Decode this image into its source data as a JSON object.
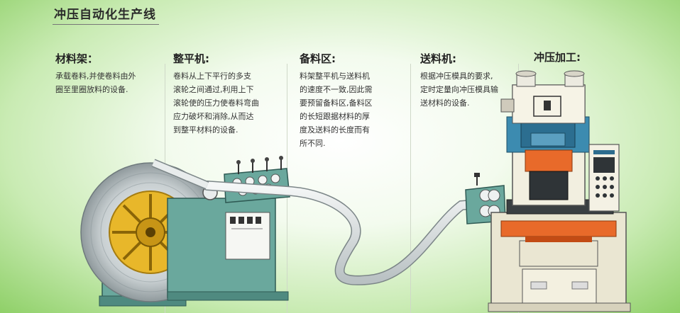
{
  "title": "冲压自动化生产线",
  "sections": [
    {
      "heading": "材料架：",
      "lines": [
        "承载卷料,并使卷料由外",
        "圈至里圈放料的设备."
      ]
    },
    {
      "heading": "整平机:",
      "lines": [
        "卷料从上下平行的多支",
        "滚轮之间通过,利用上下",
        "滚轮使的压力使卷料弯曲",
        "应力破坏和消除,从而达",
        "到整平材料的设备."
      ]
    },
    {
      "heading": "备料区:",
      "lines": [
        "料架整平机与送料机",
        "的速度不一致,因此需",
        "要预留备料区,备料区",
        "的长短跟据材料的厚",
        "度及送料的长度而有",
        "所不同."
      ]
    },
    {
      "heading": "送料机:",
      "lines": [
        "根据冲压模具的要求,",
        "定时定量向冲压模具输",
        "送材料的设备."
      ]
    },
    {
      "heading": "冲压加工:",
      "lines": []
    }
  ]
}
